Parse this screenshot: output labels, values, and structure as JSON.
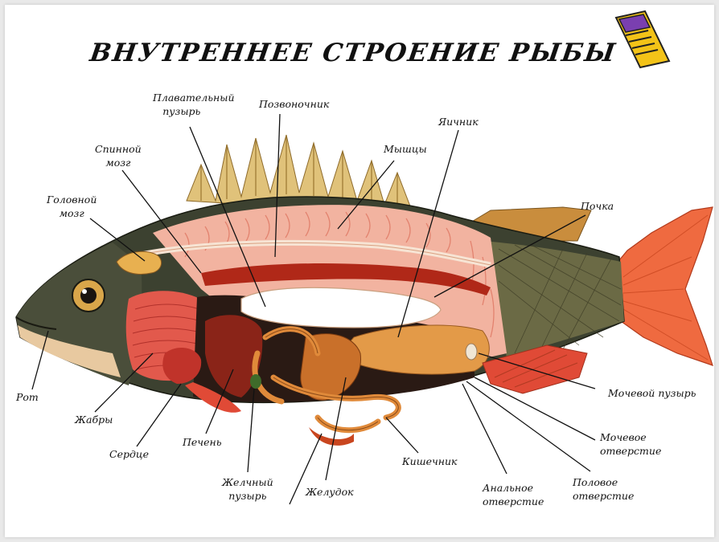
{
  "title": "ВНУТРЕННЕЕ СТРОЕНИЕ РЫБЫ",
  "labels": {
    "swim_bladder": [
      "Плавательный",
      "пузырь"
    ],
    "spine": "Позвоночник",
    "ovary": "Яичник",
    "spinal_cord": [
      "Спинной",
      "мозг"
    ],
    "muscles": "Мышцы",
    "brain": [
      "Головной",
      "мозг"
    ],
    "kidney": "Почка",
    "mouth": "Рот",
    "urinary_bladder": "Мочевой пузырь",
    "gills": "Жабры",
    "urinary_opening": [
      "Мочевое",
      "отверстие"
    ],
    "heart": "Сердце",
    "liver": "Печень",
    "intestine": "Кишечник",
    "genital_opening": [
      "Половое",
      "отверстие"
    ],
    "anal_opening": [
      "Анальное",
      "отверстие"
    ],
    "gall_bladder": [
      "Желчный",
      "пузырь"
    ],
    "stomach": "Желудок"
  },
  "icons": {
    "corner": "pencil-notebook-icon"
  },
  "colors": {
    "flesh": "#f0a590",
    "flesh_dark": "#d9534a",
    "back": "#3a3f2a",
    "fin": "#e9603f",
    "organ": "#d98a3a",
    "white": "#ffffff"
  }
}
